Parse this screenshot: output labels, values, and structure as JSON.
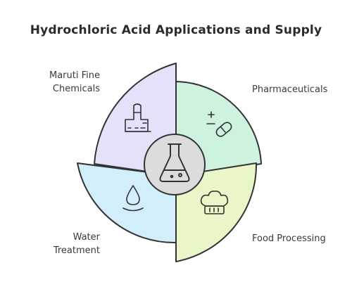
{
  "title": "Hydrochloric Acid Applications and Supply",
  "segments": [
    {
      "id": "supplier",
      "lines": [
        "Maruti Fine",
        "Chemicals"
      ],
      "color": "#e6e1fb",
      "icon": "factory-icon"
    },
    {
      "id": "pharma",
      "lines": [
        "Pharmaceuticals"
      ],
      "color": "#cdf3df",
      "icon": "pill-icon"
    },
    {
      "id": "water",
      "lines": [
        "Water",
        "Treatment"
      ],
      "color": "#d3eefb",
      "icon": "water-drop-icon"
    },
    {
      "id": "food",
      "lines": [
        "Food Processing"
      ],
      "color": "#e9f7c8",
      "icon": "chef-hat-icon"
    }
  ],
  "center": {
    "icon": "flask-icon",
    "color": "#dcdcdc"
  },
  "colors": {
    "stroke": "#333333",
    "text": "#3a3a3a"
  }
}
